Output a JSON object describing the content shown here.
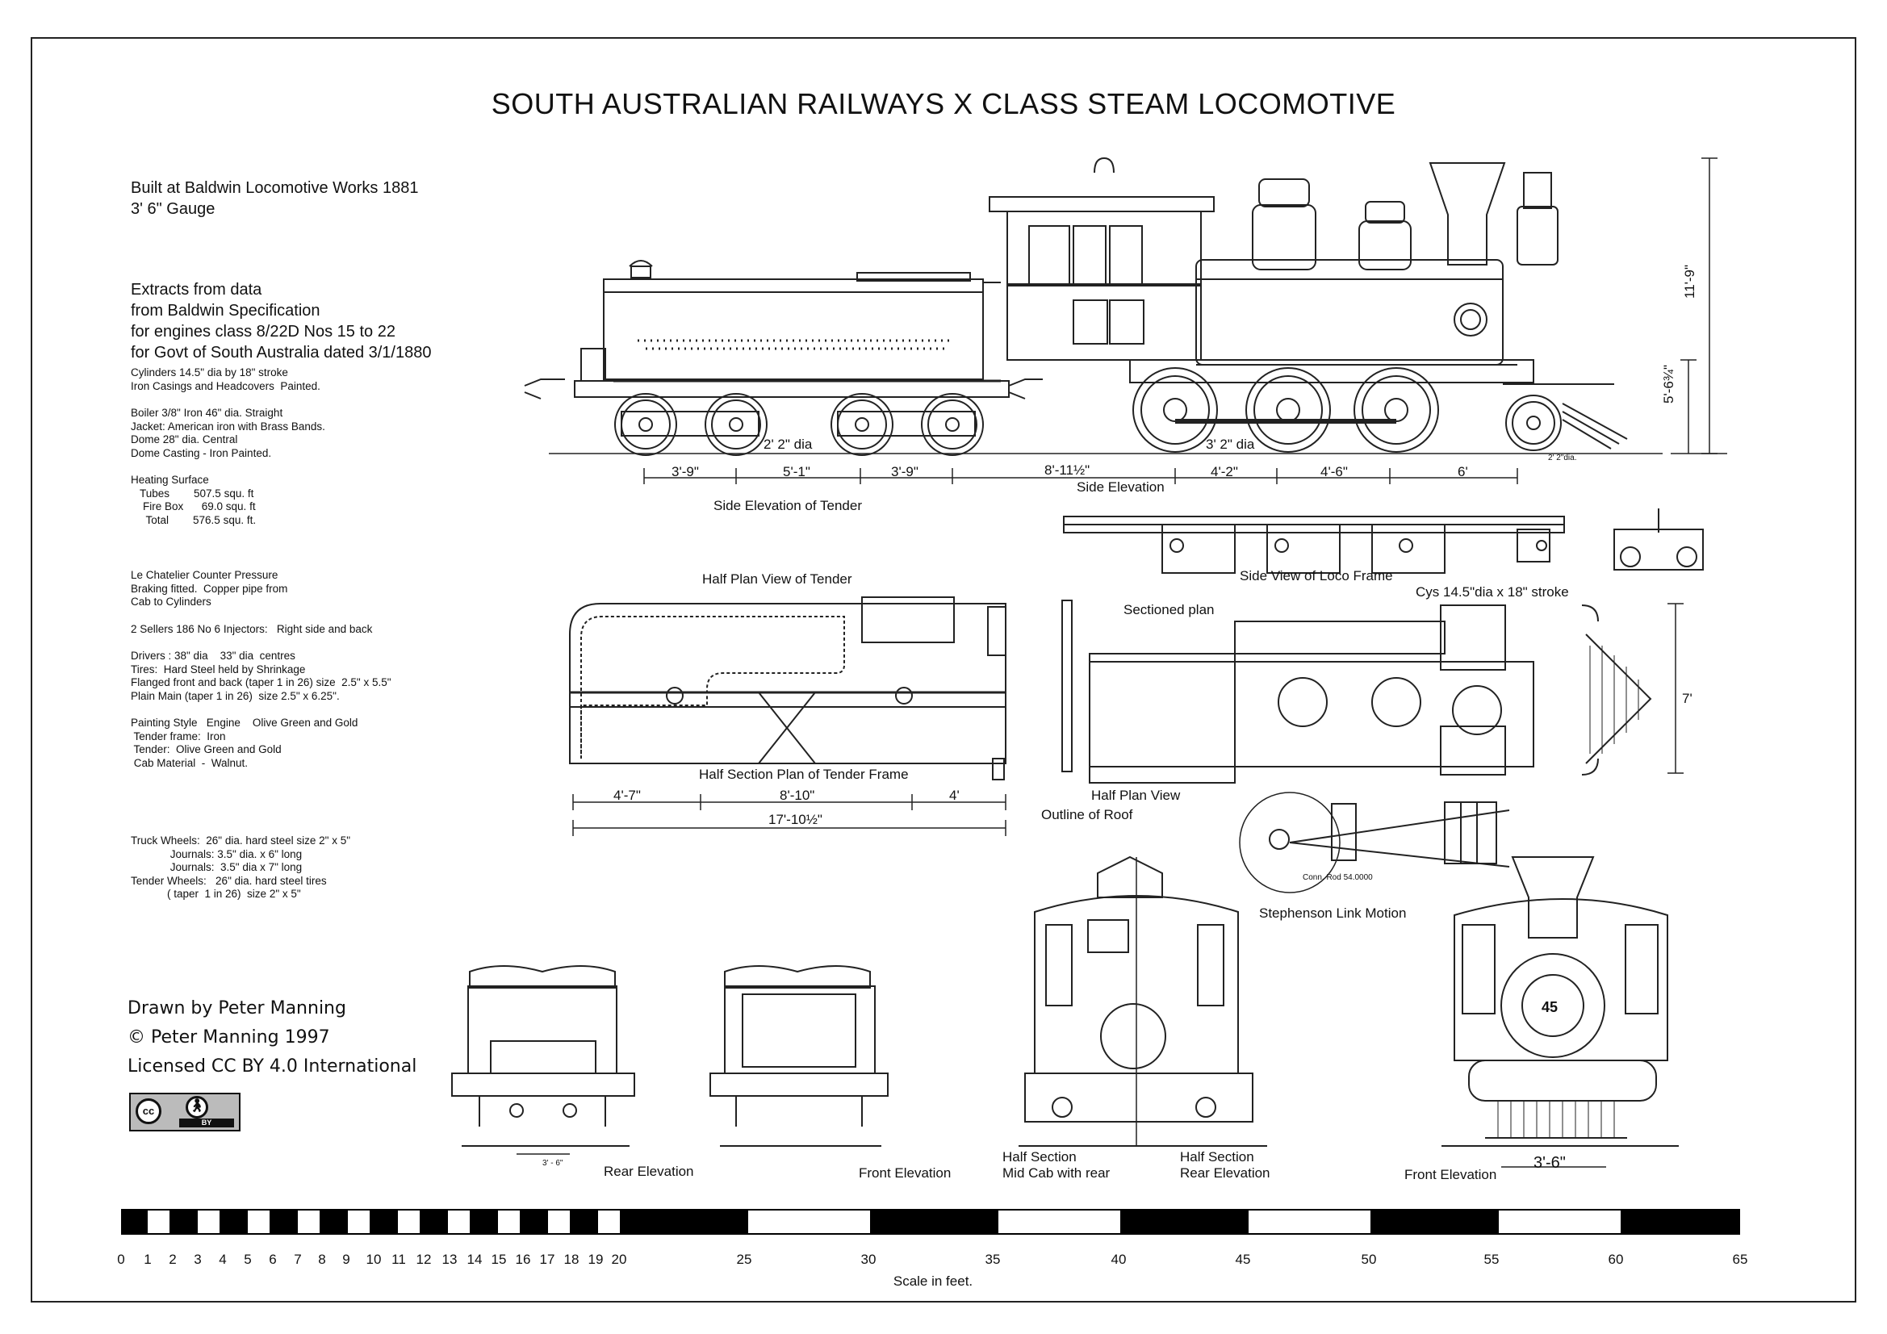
{
  "title": "SOUTH AUSTRALIAN RAILWAYS X CLASS STEAM LOCOMOTIVE",
  "intro": {
    "line1": "Built at Baldwin Locomotive Works 1881",
    "line2": "3' 6\" Gauge"
  },
  "extracts": {
    "heading": "Extracts from data",
    "line1": "from Baldwin Specification",
    "line2": "for engines class 8/22D Nos 15 to 22",
    "line3": "for Govt of South Australia dated  3/1/1880"
  },
  "notes": [
    "Cylinders 14.5\" dia by 18\" stroke\nIron Casings and Headcovers  Painted.",
    "Boiler 3/8\" Iron 46\" dia. Straight\nJacket: American iron with Brass Bands.\nDome 28\" dia. Central\nDome Casting - Iron Painted.",
    "Heating Surface\n   Tubes        507.5 squ. ft\n    Fire Box      69.0 squ. ft\n     Total        576.5 squ. ft.",
    "Le Chatelier Counter Pressure\nBraking fitted.  Copper pipe from\nCab to Cylinders",
    "2 Sellers 186 No 6 Injectors:   Right side and back",
    "Drivers : 38\" dia    33\" dia  centres\nTires:  Hard Steel held by Shrinkage\nFlanged front and back (taper 1 in 26) size  2.5\" x 5.5\"\nPlain Main (taper 1 in 26)  size 2.5\" x 6.25\".",
    "Painting Style   Engine    Olive Green and Gold\n Tender frame:  Iron\n Tender:  Olive Green and Gold\n Cab Material  -  Walnut.",
    "Truck Wheels:  26\" dia. hard steel size 2\" x 5\"\n             Journals: 3.5\" dia. x 6\" long\n             Journals:  3.5\" dia x 7\" long\nTender Wheels:   26\" dia. hard steel tires\n            ( taper  1 in 26)  size 2\" x 5\""
  ],
  "credits": {
    "line1": "Drawn by Peter Manning",
    "line2": "© Peter Manning 1997",
    "line3": "Licensed CC BY 4.0 International",
    "badge_cc": "cc",
    "badge_by": "BY"
  },
  "views": {
    "side_tender": "Side Elevation of Tender",
    "side_loco": "Side Elevation",
    "side_frame": "Side View of Loco Frame",
    "half_plan_tender": "Half Plan View of Tender",
    "half_section_tender": "Half Section Plan of Tender Frame",
    "sectioned_plan": "Sectioned plan",
    "cylinders": "Cys 14.5\"dia x 18\" stroke",
    "half_plan_view": "Half Plan View",
    "outline_roof": "Outline of Roof",
    "link_motion": "Stephenson Link Motion",
    "conn_rod": "Conn.  Rod  54.0000",
    "rear_elev": "Rear Elevation",
    "front_elev_tender": "Front Elevation",
    "half_section_mid_1": "Half Section",
    "half_section_mid_2": "Mid Cab with rear",
    "half_section_rear_1": "Half Section",
    "half_section_rear_2": "Rear Elevation",
    "front_elev_loco": "Front Elevation",
    "tender_number": "45"
  },
  "dimensions": {
    "d_3_9_a": "3'-9\"",
    "d_5_1": "5'-1\"",
    "d_3_9_b": "3'-9\"",
    "d_8_11": "8'-11½\"",
    "d_4_2": "4'-2\"",
    "d_4_6": "4'-6\"",
    "d_6": "6'",
    "d_2_2_dia": "2' 2\" dia",
    "d_3_2_dia": "3' 2\" dia",
    "d_2_2_small": "2'  2\"dia.",
    "d_11_9": "11'-9\"",
    "d_5_6": "5'-6¾\"",
    "d_7": "7'",
    "d_4_7": "4'-7\"",
    "d_8_10": "8'-10\"",
    "d_4": "4'",
    "d_17_10": "17'-10½\"",
    "d_3_6_rear": "3' - 6\"",
    "d_3_6_front": "3'-6\""
  },
  "scale": {
    "caption": "Scale in feet.",
    "ticks": [
      0,
      1,
      2,
      3,
      4,
      5,
      6,
      7,
      8,
      9,
      10,
      11,
      12,
      13,
      14,
      15,
      16,
      17,
      18,
      19,
      20,
      25,
      30,
      35,
      40,
      45,
      50,
      55,
      60,
      65
    ]
  }
}
